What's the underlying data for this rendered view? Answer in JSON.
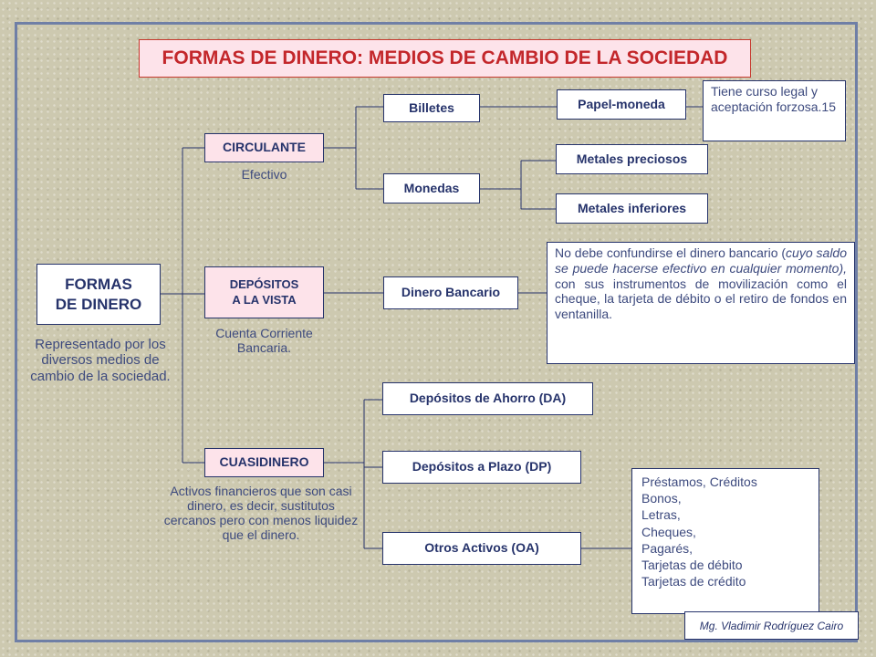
{
  "title": "FORMAS DE DINERO: MEDIOS DE CAMBIO DE LA SOCIEDAD",
  "root": {
    "line1": "FORMAS",
    "line2": "DE DINERO",
    "caption": "Representado por los diversos medios de cambio de la sociedad."
  },
  "circulante": {
    "label": "CIRCULANTE",
    "caption": "Efectivo",
    "billetes": "Billetes",
    "monedas": "Monedas",
    "papel_moneda": "Papel-moneda",
    "papel_note": "Tiene curso legal y aceptación forzosa.15",
    "metales_preciosos": "Metales preciosos",
    "metales_inferiores": "Metales inferiores"
  },
  "depositos": {
    "line1": "DEPÓSITOS",
    "line2": "A LA VISTA",
    "caption_line1": "Cuenta Corriente",
    "caption_line2": "Bancaria.",
    "dinero_bancario": "Dinero Bancario",
    "note_part1": "No debe confundirse el dinero bancario (",
    "note_italic": "cuyo saldo se puede hacerse efectivo en cualquier momento),",
    "note_part2": " con sus instrumentos de movilización como el cheque, la tarjeta de débito o el retiro de fondos en ventanilla."
  },
  "cuasidinero": {
    "label": "CUASIDINERO",
    "caption": "Activos financieros que son casi dinero, es decir, sustitutos cercanos pero con menos liquidez que el dinero.",
    "ahorro": "Depósitos de Ahorro (DA)",
    "plazo": "Depósitos a Plazo (DP)",
    "otros": "Otros Activos (OA)",
    "otros_list": [
      "Préstamos, Créditos",
      "Bonos,",
      "Letras,",
      "Cheques,",
      "Pagarés,",
      "Tarjetas de débito",
      "Tarjetas de crédito"
    ]
  },
  "author": "Mg. Vladimir Rodríguez Cairo",
  "colors": {
    "title": "#c3272b",
    "text": "#26336b",
    "pink_fill": "#fde3ea",
    "background": "#cdc9b0",
    "frame": "#6f7fa6"
  }
}
